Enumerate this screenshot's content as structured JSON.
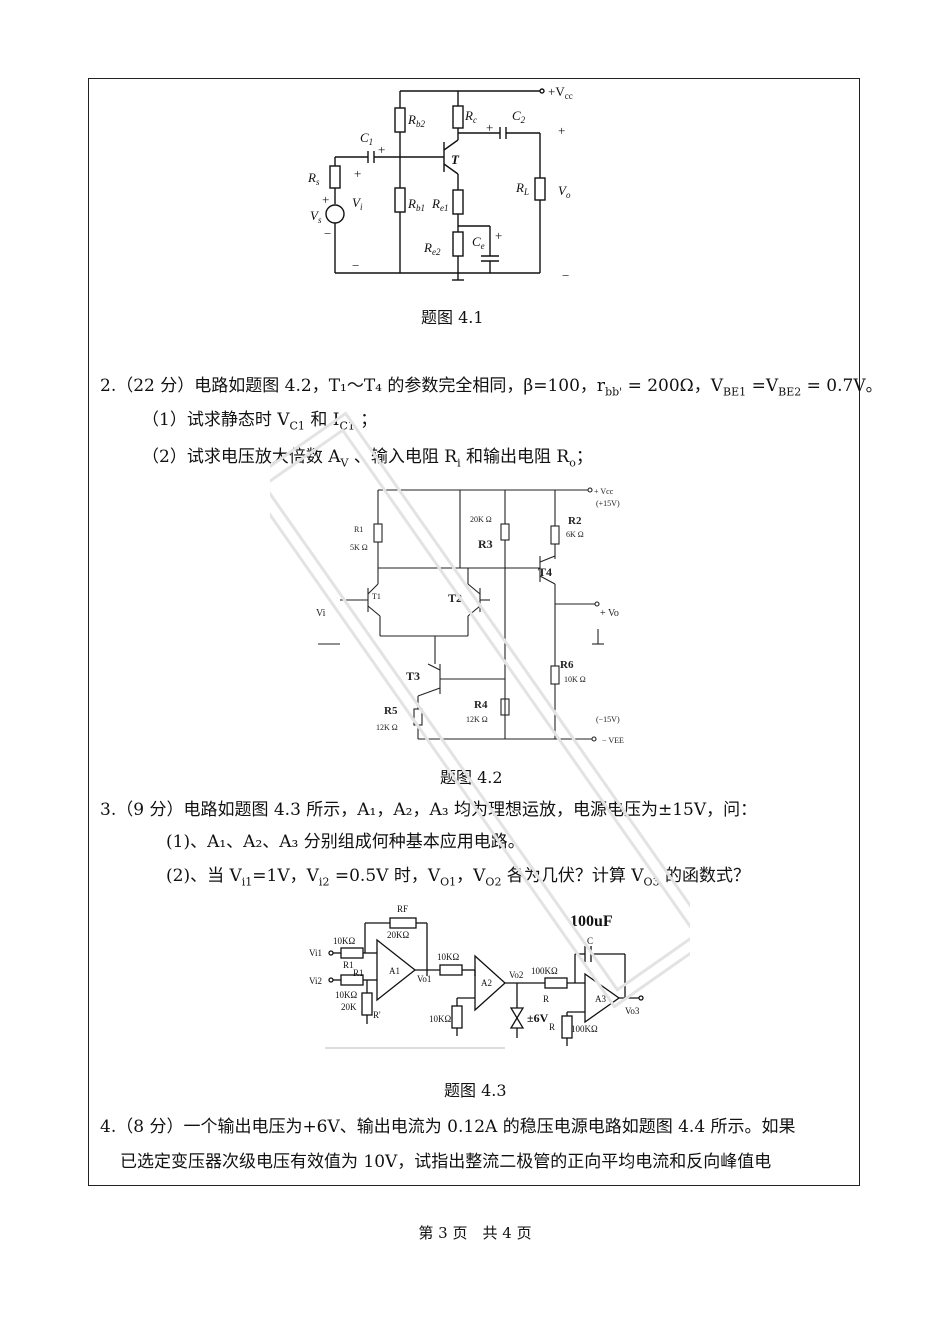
{
  "fig41": {
    "caption": "题图 4.1",
    "labels": {
      "vcc": "+V",
      "vcc_sub": "cc",
      "rb2": "R",
      "rb2_sub": "b2",
      "rc": "R",
      "rc_sub": "c",
      "c2": "C",
      "c2_sub": "2",
      "c1": "C",
      "c1_sub": "1",
      "plus": "+",
      "minus": "−",
      "t": "T",
      "rs": "R",
      "rs_sub": "s",
      "vs": "V",
      "vs_sub": "s",
      "vi": "V",
      "vi_sub": "i",
      "rb1": "R",
      "rb1_sub": "b1",
      "re1": "R",
      "re1_sub": "e1",
      "rl": "R",
      "rl_sub": "L",
      "vo": "V",
      "vo_sub": "o",
      "re2": "R",
      "re2_sub": "e2",
      "ce": "C",
      "ce_sub": "e"
    }
  },
  "q2": {
    "line1": "2.（22 分）电路如题图 4.2，T₁～T₄ 的参数完全相同，β=100，r",
    "line1_sub": "bb'",
    "line1_rest": " = 200Ω，V",
    "line1_sub2": "BE1",
    "line1_mid": " =V",
    "line1_sub3": "BE2",
    "line1_end": " = 0.7V。",
    "sub1": "（1）试求静态时 V",
    "sub1_s1": "C1",
    "sub1_m": " 和 I",
    "sub1_s2": "C1",
    "sub1_e": " ；",
    "sub2": "（2）试求电压放大倍数 A",
    "sub2_s1": "V",
    "sub2_m": " 、输入电阻 R",
    "sub2_s2": "i",
    "sub2_m2": " 和输出电阻 R",
    "sub2_s3": "o",
    "sub2_e": "；"
  },
  "fig42": {
    "caption": "题图 4.2",
    "labels": {
      "vcc": "+ Vcc",
      "vcc15": "(+15V)",
      "r1": "R1",
      "r1v": "5K Ω",
      "r3v": "20K Ω",
      "r3": "R3",
      "r2": "R2",
      "r2v": "6K Ω",
      "t1": "T1",
      "t2": "T2",
      "t4": "T4",
      "t3": "T3",
      "vi": "Vi",
      "vo": "+ Vo",
      "r6": "R6",
      "r6v": "10K Ω",
      "r5": "R5",
      "r5v": "12K Ω",
      "r4": "R4",
      "r4v": "12K Ω",
      "vee15": "(−15V)",
      "vee": "− VEE"
    }
  },
  "q3": {
    "line1": "3.（9 分）电路如题图 4.3 所示，A₁，A₂，A₃ 均为理想运放，电源电压为±15V，问：",
    "sub1": "(1)、A₁、A₂、A₃ 分别组成何种基本应用电路。",
    "sub2a": "(2)、当 V",
    "sub2_s1": "i1",
    "sub2b": "=1V，V",
    "sub2_s2": "i2",
    "sub2c": " =0.5V 时，V",
    "sub2_s3": "O1",
    "sub2d": "，V",
    "sub2_s4": "O2",
    "sub2e": " 各为几伏？计算 V",
    "sub2_s5": "O3",
    "sub2f": " 的函数式？"
  },
  "fig43": {
    "caption": "题图 4.3",
    "labels": {
      "rf": "RF",
      "rf20": "20KΩ",
      "r10a": "10KΩ",
      "vi1": "Vi1",
      "r1a": "R1",
      "r1b": "R1",
      "vi2": "Vi2",
      "r10b": "10KΩ",
      "r20": "20K",
      "rp": "R'",
      "a1": "A1",
      "vo1": "Vo1",
      "r10c": "10KΩ",
      "a2": "A2",
      "r10d": "10KΩ",
      "vo2": "Vo2",
      "r100a": "100KΩ",
      "r": "R",
      "z6": "±6V",
      "c": "C",
      "hand_c": "100uF",
      "a3": "A3",
      "vo3": "Vo3",
      "rr": "R",
      "r100b": "100KΩ"
    }
  },
  "q4": {
    "line1": "4.（8 分）一个输出电压为+6V、输出电流为 0.12A 的稳压电源电路如题图 4.4 所示。如果",
    "line2": "已选定变压器次级电压有效值为 10V，试指出整流二极管的正向平均电流和反向峰值电"
  },
  "footer": "第 3 页　共 4 页"
}
